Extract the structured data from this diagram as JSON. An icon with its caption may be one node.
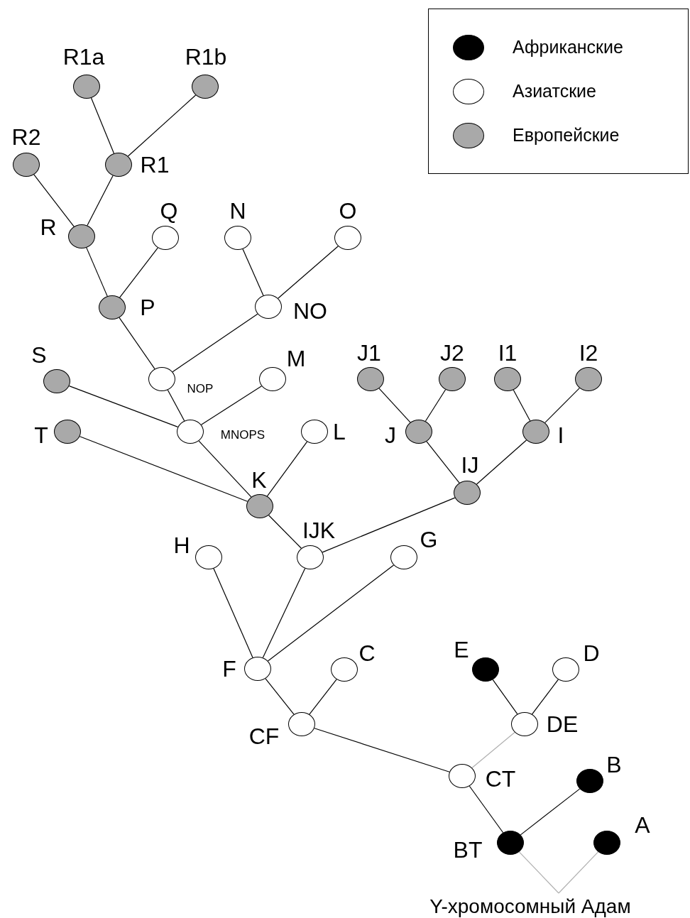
{
  "diagram": {
    "nodes": [
      {
        "text": [],
        "shape": "circle",
        "beside": [
          "R1a"
        ]
      },
      {
        "text": [],
        "shape": "circle",
        "beside": [
          "R1b"
        ]
      },
      {
        "text": [],
        "shape": "circle",
        "beside": [
          "R2"
        ]
      },
      {
        "text": [],
        "shape": "circle",
        "beside": [
          "R1"
        ]
      },
      {
        "text": [],
        "shape": "circle",
        "beside": [
          "R"
        ]
      },
      {
        "text": [],
        "shape": "circle",
        "beside": [
          "Q"
        ]
      },
      {
        "text": [],
        "shape": "circle",
        "beside": [
          "N"
        ]
      },
      {
        "text": [],
        "shape": "circle",
        "beside": [
          "O"
        ]
      },
      {
        "text": [],
        "shape": "circle",
        "beside": [
          "P"
        ]
      },
      {
        "text": [],
        "shape": "circle",
        "beside": [
          "NO"
        ]
      },
      {
        "text": [],
        "shape": "circle",
        "beside": [
          "S"
        ]
      },
      {
        "text": [],
        "shape": "circle",
        "beside": [
          "NOP"
        ]
      },
      {
        "text": [],
        "shape": "circle",
        "beside": [
          "M"
        ]
      },
      {
        "text": [],
        "shape": "circle",
        "beside": [
          "J1"
        ]
      },
      {
        "text": [],
        "shape": "circle",
        "beside": [
          "J2"
        ]
      },
      {
        "text": [],
        "shape": "circle",
        "beside": [
          "I1"
        ]
      },
      {
        "text": [],
        "shape": "circle",
        "beside": [
          "I2"
        ]
      },
      {
        "text": [],
        "shape": "circle",
        "beside": [
          "T"
        ]
      },
      {
        "text": [],
        "shape": "circle",
        "beside": [
          "MNOPS"
        ]
      },
      {
        "text": [],
        "shape": "circle",
        "beside": [
          "L"
        ]
      },
      {
        "text": [],
        "shape": "circle",
        "beside": [
          "J"
        ]
      },
      {
        "text": [],
        "shape": "circle",
        "beside": [
          "I"
        ]
      },
      {
        "text": [],
        "shape": "circle",
        "beside": [
          "IJ"
        ]
      },
      {
        "text": [],
        "shape": "circle",
        "beside": [
          "K"
        ]
      },
      {
        "text": [],
        "shape": "circle",
        "beside": [
          "H"
        ]
      },
      {
        "text": [],
        "shape": "circle",
        "beside": [
          "IJK"
        ]
      },
      {
        "text": [],
        "shape": "circle",
        "beside": [
          "G"
        ]
      },
      {
        "text": [],
        "shape": "circle",
        "beside": [
          "F"
        ]
      },
      {
        "text": [],
        "shape": "circle",
        "beside": [
          "C"
        ]
      },
      {
        "text": [],
        "shape": "circle",
        "beside": [
          "E"
        ]
      },
      {
        "text": [],
        "shape": "circle",
        "beside": [
          "D"
        ]
      },
      {
        "text": [],
        "shape": "circle",
        "beside": [
          "CF"
        ]
      },
      {
        "text": [],
        "shape": "circle",
        "beside": [
          "DE"
        ]
      },
      {
        "text": [],
        "shape": "circle",
        "beside": [
          "CT"
        ]
      },
      {
        "text": [],
        "shape": "circle",
        "beside": [
          "B"
        ]
      },
      {
        "text": [],
        "shape": "circle",
        "beside": [
          "BT"
        ]
      },
      {
        "text": [],
        "shape": "circle",
        "beside": [
          "A"
        ]
      },
      {
        "text": [
          "Y-хромосомный Адам"
        ]
      }
    ],
    "edges": [
      {
        "from": 0,
        "to": 3,
        "arrow": "none"
      },
      {
        "from": 1,
        "to": 3,
        "arrow": "none"
      },
      {
        "from": 3,
        "to": 4,
        "arrow": "none"
      },
      {
        "from": 2,
        "to": 4,
        "arrow": "none"
      },
      {
        "from": 4,
        "to": 8,
        "arrow": "none"
      },
      {
        "from": 5,
        "to": 8,
        "arrow": "none"
      },
      {
        "from": 8,
        "to": 11,
        "arrow": "none"
      },
      {
        "from": 6,
        "to": 9,
        "arrow": "none"
      },
      {
        "from": 7,
        "to": 9,
        "arrow": "none"
      },
      {
        "from": 9,
        "to": 11,
        "arrow": "none"
      },
      {
        "from": 11,
        "to": 18,
        "arrow": "none"
      },
      {
        "from": 12,
        "to": 18,
        "arrow": "none"
      },
      {
        "from": 10,
        "to": 18,
        "arrow": "none"
      },
      {
        "from": 18,
        "to": 23,
        "arrow": "none"
      },
      {
        "from": 17,
        "to": 23,
        "arrow": "none"
      },
      {
        "from": 19,
        "to": 23,
        "arrow": "none"
      },
      {
        "from": 23,
        "to": 25,
        "arrow": "none"
      },
      {
        "from": 13,
        "to": 20,
        "arrow": "none"
      },
      {
        "from": 14,
        "to": 20,
        "arrow": "none"
      },
      {
        "from": 15,
        "to": 21,
        "arrow": "none"
      },
      {
        "from": 16,
        "to": 21,
        "arrow": "none"
      },
      {
        "from": 20,
        "to": 22,
        "arrow": "none"
      },
      {
        "from": 21,
        "to": 22,
        "arrow": "none"
      },
      {
        "from": 22,
        "to": 25,
        "arrow": "none"
      },
      {
        "from": 24,
        "to": 27,
        "arrow": "none"
      },
      {
        "from": 25,
        "to": 27,
        "arrow": "none"
      },
      {
        "from": 26,
        "to": 27,
        "arrow": "none"
      },
      {
        "from": 27,
        "to": 31,
        "arrow": "none"
      },
      {
        "from": 28,
        "to": 31,
        "arrow": "none"
      },
      {
        "from": 31,
        "to": 33,
        "arrow": "none"
      },
      {
        "from": 29,
        "to": 32,
        "arrow": "none"
      },
      {
        "from": 30,
        "to": 32,
        "arrow": "none"
      },
      {
        "from": 32,
        "to": 33,
        "arrow": "none",
        "color": "#b0b0b0"
      },
      {
        "from": 33,
        "to": 35,
        "arrow": "none"
      },
      {
        "from": 34,
        "to": 35,
        "arrow": "none"
      },
      {
        "from": 35,
        "to": 37,
        "arrow": "none",
        "color": "#b0b0b0"
      },
      {
        "from": 36,
        "to": 37,
        "arrow": "none",
        "color": "#b0b0b0"
      }
    ],
    "legend": [
      {
        "text": "Африканские",
        "color": "#000000"
      },
      {
        "text": "Азиатские",
        "color": "#ffffff"
      },
      {
        "text": "Европейские",
        "color": "#a9a9a9"
      }
    ]
  }
}
